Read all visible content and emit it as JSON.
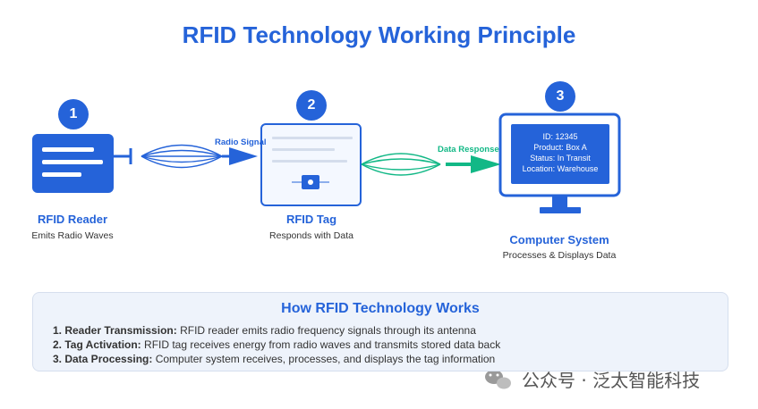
{
  "title": "RFID Technology Working Principle",
  "components": [
    {
      "number": "1",
      "label": "RFID Reader",
      "sub": "Emits Radio Waves"
    },
    {
      "number": "2",
      "label": "RFID Tag",
      "sub": "Responds with Data"
    },
    {
      "number": "3",
      "label": "Computer System",
      "sub": "Processes & Displays Data"
    }
  ],
  "arrows": {
    "radio_signal": "Radio Signal",
    "data_response": "Data Response"
  },
  "screen": {
    "lines": [
      "ID: 12345",
      "Product: Box A",
      "Status: In Transit",
      "Location: Warehouse"
    ]
  },
  "info": {
    "title": "How RFID Technology Works",
    "steps": [
      {
        "head": "1. Reader Transmission:",
        "text": " RFID reader emits radio frequency signals through its antenna"
      },
      {
        "head": "2. Tag Activation:",
        "text": " RFID tag receives energy from radio waves and transmits stored data back"
      },
      {
        "head": "3. Data Processing:",
        "text": " Computer system receives, processes, and displays the tag information"
      }
    ]
  },
  "watermark": "公众号 · 泛太智能科技",
  "colors": {
    "primary": "#2563d9",
    "accent_green": "#12b886",
    "panel_bg": "#eef3fb"
  },
  "icons": [
    "rfid-reader-icon",
    "rfid-tag-icon",
    "computer-monitor-icon",
    "wechat-icon"
  ]
}
